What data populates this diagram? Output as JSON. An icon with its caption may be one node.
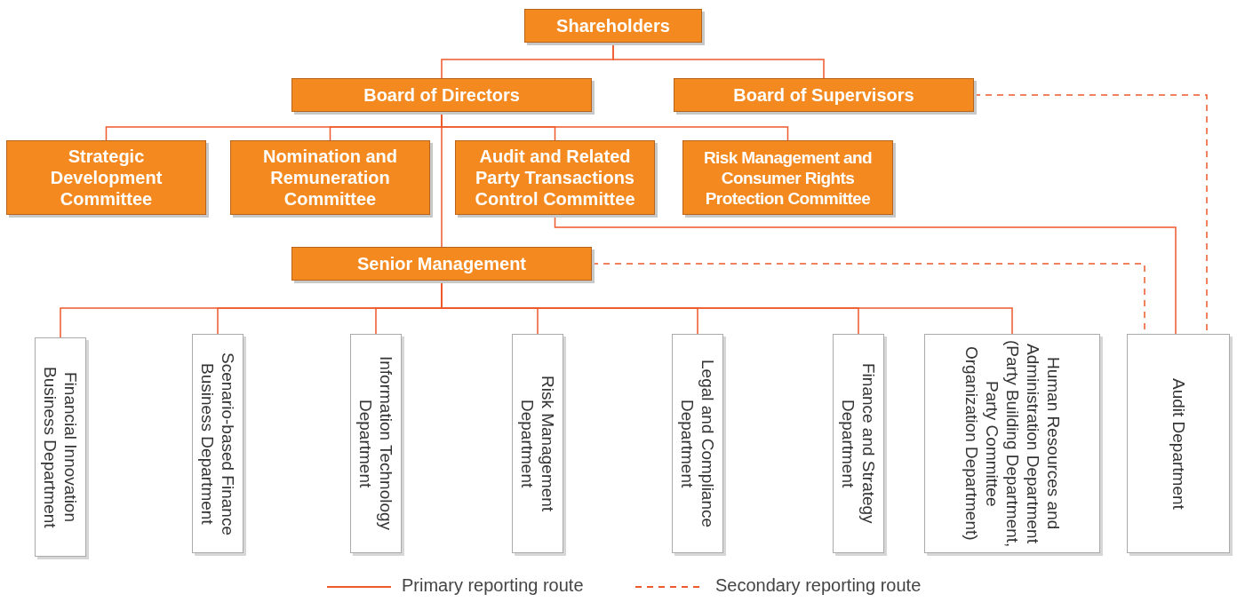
{
  "diagram": {
    "nodes": [
      {
        "text": [
          "Shareholders"
        ]
      },
      {
        "text": [
          "Board of Directors"
        ]
      },
      {
        "text": [
          "Board of Supervisors"
        ]
      },
      {
        "text": [
          "Strategic Development Committee"
        ]
      },
      {
        "text": [
          "Nomination and Remuneration Committee"
        ]
      },
      {
        "text": [
          "Audit and Related Party Transactions Control Committee"
        ]
      },
      {
        "text": [
          "Risk Management and Consumer Rights Protection Committee"
        ]
      },
      {
        "text": [
          "Senior Management"
        ]
      },
      {
        "text": [
          "Financial Innovation Business Department"
        ]
      },
      {
        "text": [
          "Scenario-based Finance Business Department"
        ]
      },
      {
        "text": [
          "Information Technology Department"
        ]
      },
      {
        "text": [
          "Risk Management Department"
        ]
      },
      {
        "text": [
          "Legal and Compliance Department"
        ]
      },
      {
        "text": [
          "Finance and Strategy Department"
        ]
      },
      {
        "text": [
          "Human Resources and Administration Department (Party Building Department, Party Committee Organization Department)"
        ]
      },
      {
        "text": [
          "Audit Department"
        ]
      }
    ],
    "edges": [
      {
        "from": 0,
        "to": 1,
        "arrow": "none"
      },
      {
        "from": 0,
        "to": 2,
        "arrow": "none"
      },
      {
        "from": 1,
        "to": 3,
        "arrow": "none"
      },
      {
        "from": 1,
        "to": 4,
        "arrow": "none"
      },
      {
        "from": 1,
        "to": 5,
        "arrow": "none"
      },
      {
        "from": 1,
        "to": 6,
        "arrow": "none"
      },
      {
        "from": 1,
        "to": 7,
        "arrow": "none"
      },
      {
        "from": 7,
        "to": 8,
        "arrow": "none"
      },
      {
        "from": 7,
        "to": 9,
        "arrow": "none"
      },
      {
        "from": 7,
        "to": 10,
        "arrow": "none"
      },
      {
        "from": 7,
        "to": 11,
        "arrow": "none"
      },
      {
        "from": 7,
        "to": 12,
        "arrow": "none"
      },
      {
        "from": 7,
        "to": 13,
        "arrow": "none"
      },
      {
        "from": 7,
        "to": 14,
        "arrow": "none"
      },
      {
        "from": 5,
        "to": 15,
        "arrow": "none"
      },
      {
        "from": 7,
        "to": 15,
        "arrow": "none",
        "style": "dashed"
      },
      {
        "from": 2,
        "to": 15,
        "arrow": "none",
        "style": "dashed"
      }
    ],
    "legend": [
      {
        "text": "Primary reporting route"
      },
      {
        "text": "Secondary reporting route"
      }
    ]
  }
}
